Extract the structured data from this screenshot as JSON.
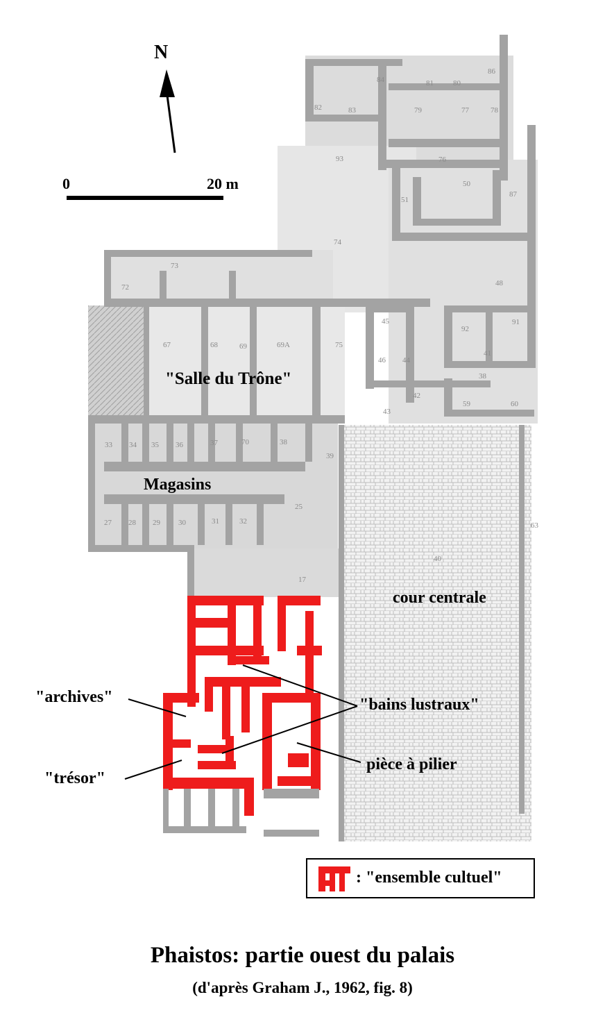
{
  "north": {
    "label": "N"
  },
  "scale": {
    "start": "0",
    "end": "20 m"
  },
  "labels": {
    "throne_room": "\"Salle du Trône\"",
    "storerooms": "Magasins",
    "central_court": "cour centrale",
    "archives": "\"archives\"",
    "treasury": "\"trésor\"",
    "lustral_baths": "\"bains lustraux\"",
    "pillar_room": "pièce à pilier"
  },
  "room_numbers": [
    "86",
    "84",
    "81",
    "80",
    "82",
    "83",
    "79",
    "77",
    "78",
    "93",
    "76",
    "50",
    "87",
    "51",
    "74",
    "73",
    "72",
    "67",
    "68",
    "69",
    "69A",
    "75",
    "45",
    "46",
    "44",
    "92",
    "91",
    "41",
    "38",
    "42",
    "43",
    "59",
    "60",
    "48",
    "33",
    "34",
    "35",
    "36",
    "37",
    "70",
    "38",
    "39",
    "27",
    "28",
    "29",
    "30",
    "31",
    "32",
    "25",
    "40",
    "63",
    "17"
  ],
  "legend": {
    "text": ": \"ensemble cultuel\""
  },
  "caption": {
    "title": "Phaistos: partie ouest du palais",
    "subtitle": "(d'après Graham J., 1962, fig. 8)"
  },
  "colors": {
    "plan_gray": "#b4b4b4",
    "wall_gray": "#9a9a9a",
    "cult_red": "#ee1c1c",
    "text": "#000000"
  }
}
